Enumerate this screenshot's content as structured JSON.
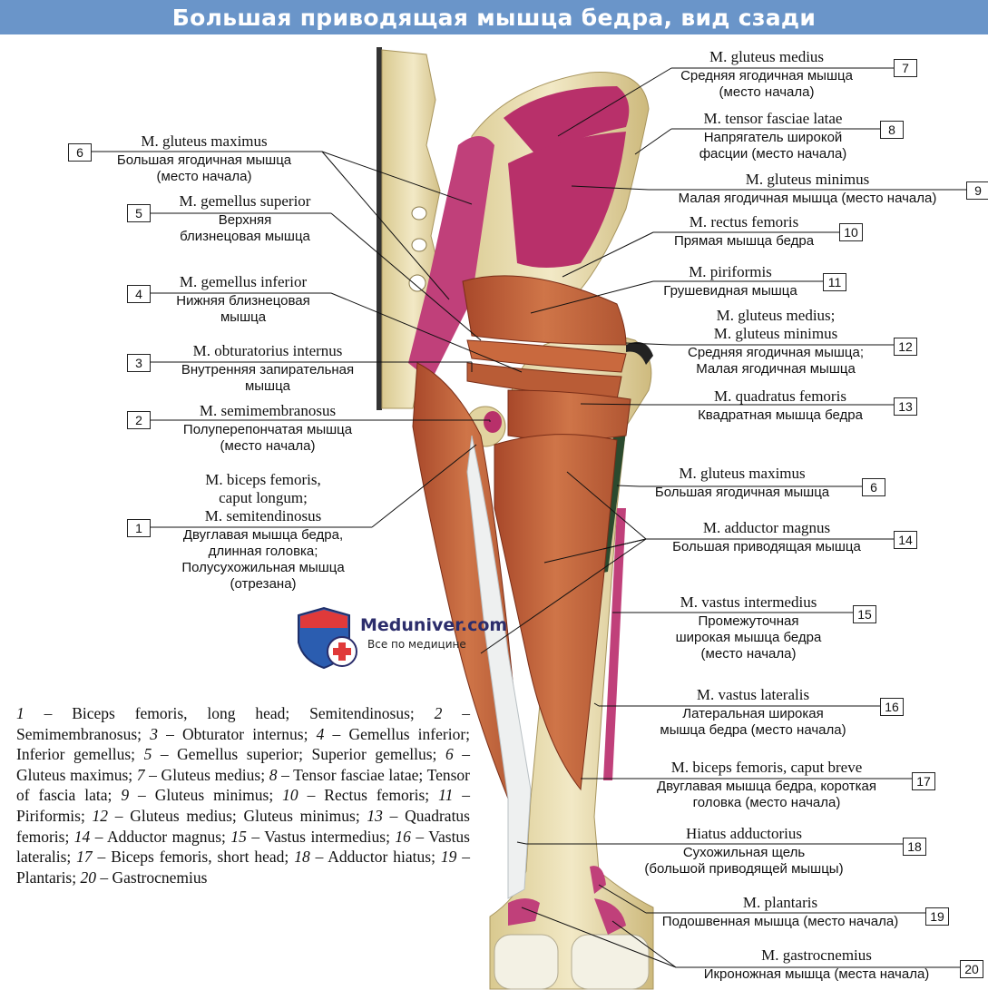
{
  "title": "Большая приводящая мышца бедра, вид сзади",
  "logo": {
    "brand": "Meduniver.com",
    "tagline": "Все по медицине"
  },
  "labels_left": [
    {
      "num": "6",
      "latin": [
        "M. gluteus maximus"
      ],
      "russian": [
        "Большая ягодичная мышца",
        "(место начала)"
      ]
    },
    {
      "num": "5",
      "latin": [
        "M. gemellus superior"
      ],
      "russian": [
        "Верхняя",
        "близнецовая мышца"
      ]
    },
    {
      "num": "4",
      "latin": [
        "M. gemellus inferior"
      ],
      "russian": [
        "Нижняя близнецовая",
        "мышца"
      ]
    },
    {
      "num": "3",
      "latin": [
        "M. obturatorius internus"
      ],
      "russian": [
        "Внутренняя запирательная",
        "мышца"
      ]
    },
    {
      "num": "2",
      "latin": [
        "M. semimembranosus"
      ],
      "russian": [
        "Полуперепончатая мышца",
        "(место начала)"
      ]
    },
    {
      "num": "1",
      "latin": [
        "M. biceps femoris,",
        "caput longum;",
        "M. semitendinosus"
      ],
      "russian": [
        "Двуглавая мышца бедра,",
        "длинная головка;",
        "Полусухожильная мышца",
        "(отрезана)"
      ]
    }
  ],
  "labels_right": [
    {
      "num": "7",
      "latin": [
        "M. gluteus medius"
      ],
      "russian": [
        "Средняя ягодичная мышца",
        "(место начала)"
      ]
    },
    {
      "num": "8",
      "latin": [
        "M. tensor fasciae latae"
      ],
      "russian": [
        "Напрягатель широкой",
        "фасции (место начала)"
      ]
    },
    {
      "num": "9",
      "latin": [
        "M. gluteus minimus"
      ],
      "russian": [
        "Малая ягодичная мышца (место начала)"
      ]
    },
    {
      "num": "10",
      "latin": [
        "M. rectus femoris"
      ],
      "russian": [
        "Прямая мышца бедра"
      ]
    },
    {
      "num": "11",
      "latin": [
        "M. piriformis"
      ],
      "russian": [
        "Грушевидная мышца"
      ]
    },
    {
      "num": "12",
      "latin": [
        "M. gluteus medius;",
        "M. gluteus minimus"
      ],
      "russian": [
        "Средняя ягодичная мышца;",
        "Малая ягодичная мышца"
      ]
    },
    {
      "num": "13",
      "latin": [
        "M. quadratus femoris"
      ],
      "russian": [
        "Квадратная мышца бедра"
      ]
    },
    {
      "num": "6",
      "latin": [
        "M. gluteus maximus"
      ],
      "russian": [
        "Большая ягодичная мышца"
      ]
    },
    {
      "num": "14",
      "latin": [
        "M. adductor magnus"
      ],
      "russian": [
        "Большая приводящая мышца"
      ]
    },
    {
      "num": "15",
      "latin": [
        "M. vastus intermedius"
      ],
      "russian": [
        "Промежуточная",
        "широкая мышца бедра",
        "(место начала)"
      ]
    },
    {
      "num": "16",
      "latin": [
        "M. vastus lateralis"
      ],
      "russian": [
        "Латеральная широкая",
        "мышца бедра (место начала)"
      ]
    },
    {
      "num": "17",
      "latin": [
        "M. biceps femoris, caput breve"
      ],
      "russian": [
        "Двуглавая мышца бедра, короткая",
        "головка (место начала)"
      ]
    },
    {
      "num": "18",
      "latin": [
        "Hiatus adductorius"
      ],
      "russian": [
        "Сухожильная щель",
        "(большой приводящей мышцы)"
      ]
    },
    {
      "num": "19",
      "latin": [
        "M. plantaris"
      ],
      "russian": [
        "Подошвенная мышца (место начала)"
      ]
    },
    {
      "num": "20",
      "latin": [
        "M. gastrocnemius"
      ],
      "russian": [
        "Икроножная мышца (места начала)"
      ]
    }
  ],
  "legend": [
    {
      "n": "1",
      "t": " – Biceps femoris, long head; Semitendinosus; "
    },
    {
      "n": "2",
      "t": " – Semimembranosus; "
    },
    {
      "n": "3",
      "t": " – Obturator internus; "
    },
    {
      "n": "4",
      "t": " – Gemellus inferior; Inferior gemellus; "
    },
    {
      "n": "5",
      "t": " – Gemellus superior; Superior gemellus; "
    },
    {
      "n": "6",
      "t": " – Gluteus maximus; "
    },
    {
      "n": "7",
      "t": " – Gluteus medius; "
    },
    {
      "n": "8",
      "t": " – Tensor fasciae latae; Tensor of fascia lata; "
    },
    {
      "n": "9",
      "t": " – Gluteus minimus; "
    },
    {
      "n": "10",
      "t": " – Rectus femoris; "
    },
    {
      "n": "11",
      "t": " – Piriformis; "
    },
    {
      "n": "12",
      "t": " – Gluteus medius; Gluteus minimus; "
    },
    {
      "n": "13",
      "t": " – Quadratus femoris; "
    },
    {
      "n": "14",
      "t": " – Adductor magnus; "
    },
    {
      "n": "15",
      "t": " – Vastus intermedius; "
    },
    {
      "n": "16",
      "t": " – Vastus lateralis; "
    },
    {
      "n": "17",
      "t": " – Biceps femoris, short head; "
    },
    {
      "n": "18",
      "t": " – Adductor hiatus; "
    },
    {
      "n": "19",
      "t": " – Plantaris; "
    },
    {
      "n": "20",
      "t": " – Gastrocnemius"
    }
  ],
  "colors": {
    "title_bg": "#6a95c9",
    "bone": "#e8dcae",
    "muscle": "#c0623c",
    "attachment": "#b8306a"
  }
}
